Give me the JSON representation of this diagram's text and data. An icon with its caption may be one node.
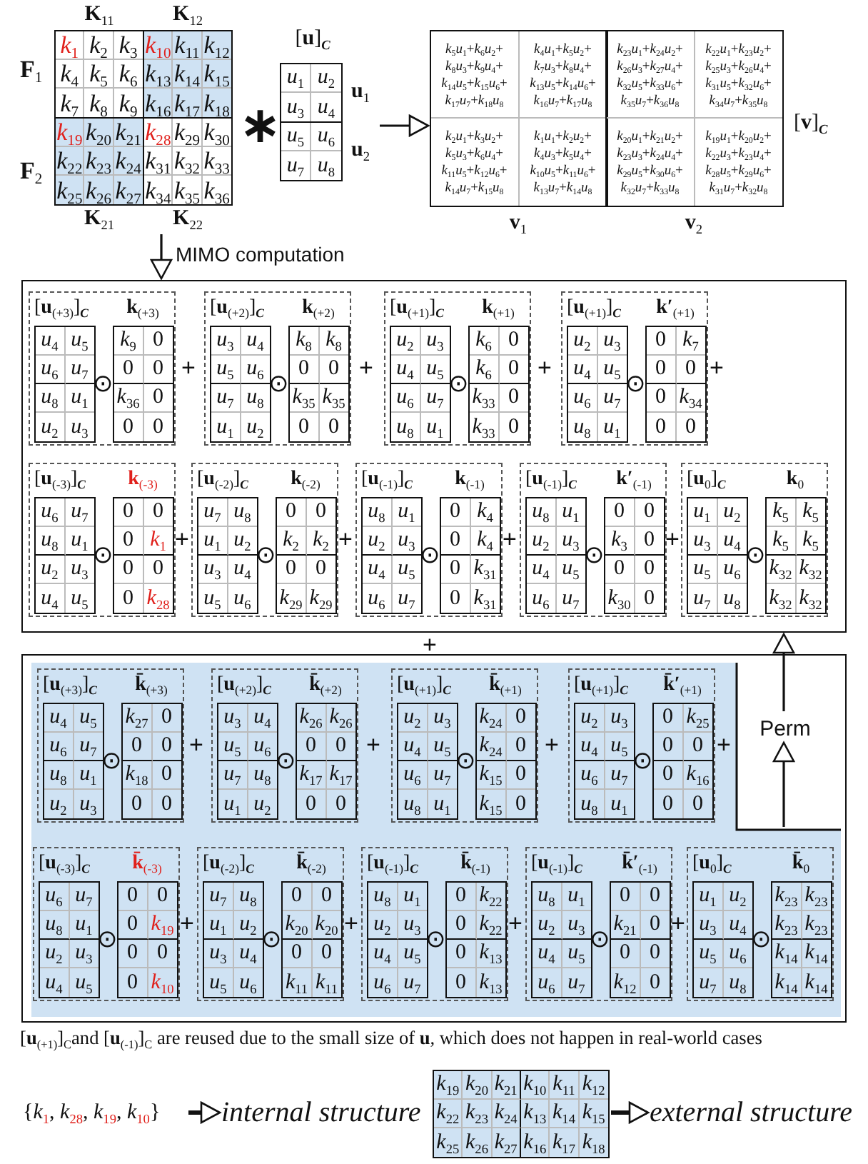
{
  "diagram": {
    "nodes": [
      {
        "text": [
          "**K**$_{11}$",
          "*k*$_{1}$",
          "*k*$_{2}$",
          "*k*$_{3}$",
          "*k*$_{4}$",
          "*k*$_{5}$",
          "*k*$_{6}$",
          "*k*$_{7}$",
          "*k*$_{8}$",
          "*k*$_{9}$"
        ]
      },
      {
        "text": [
          "**K**$_{12}$",
          "*k*$_{10}$",
          "*k*$_{11}$",
          "*k*$_{12}$",
          "*k*$_{13}$",
          "*k*$_{14}$",
          "*k*$_{15}$",
          "*k*$_{16}$",
          "*k*$_{17}$",
          "*k*$_{18}$"
        ]
      },
      {
        "text": [
          "**K**$_{21}$",
          "*k*$_{19}$",
          "*k*$_{20}$",
          "*k*$_{21}$",
          "*k*$_{22}$",
          "*k*$_{23}$",
          "*k*$_{24}$",
          "*k*$_{25}$",
          "*k*$_{26}$",
          "*k*$_{27}$"
        ]
      },
      {
        "text": [
          "**K**$_{22}$",
          "*k*$_{28}$",
          "*k*$_{29}$",
          "*k*$_{30}$",
          "*k*$_{31}$",
          "*k*$_{32}$",
          "*k*$_{33}$",
          "*k*$_{34}$",
          "*k*$_{35}$",
          "*k*$_{36}$"
        ]
      },
      {
        "text": [
          "[**u**]$_{C}$"
        ]
      },
      {
        "text": [
          "**u**$_{1}$",
          "*u*$_{1}$",
          "*u*$_{2}$",
          "*u*$_{3}$",
          "*u*$_{4}$"
        ],
        "in": 4
      },
      {
        "text": [
          "**u**$_{2}$",
          "*u*$_{5}$",
          "*u*$_{6}$",
          "*u*$_{7}$",
          "*u*$_{8}$"
        ],
        "in": 4
      },
      {
        "text": [
          "[**v**]$_{C}$"
        ]
      },
      {
        "text": [
          "**v**$_{1}$",
          "*k*$_{5}$*u*$_{1}$+*k*$_{6}$*u*$_{2}$+ *k*$_{8}$*u*$_{3}$+*k*$_{9}$*u*$_{4}$+ *k*$_{14}$*u*$_{5}$+*k*$_{15}$*u*$_{6}$+ *k*$_{17}$*u*$_{7}$+*k*$_{18}$*u*$_{8}$",
          "*k*$_{4}$*u*$_{1}$+*k*$_{5}$*u*$_{2}$+ *k*$_{7}$*u*$_{3}$+*k*$_{8}$*u*$_{4}$+ *k*$_{13}$*u*$_{5}$+*k*$_{14}$*u*$_{6}$+ *k*$_{16}$*u*$_{7}$+*k*$_{17}$*u*$_{8}$",
          "*k*$_{2}$*u*$_{1}$+*k*$_{3}$*u*$_{2}$+ *k*$_{5}$*u*$_{3}$+*k*$_{6}$*u*$_{4}$+ *k*$_{11}$*u*$_{5}$+*k*$_{12}$*u*$_{6}$+ *k*$_{14}$*u*$_{7}$+*k*$_{15}$*u*$_{8}$",
          "*k*$_{1}$*u*$_{1}$+*k*$_{2}$*u*$_{2}$+ *k*$_{4}$*u*$_{3}$+*k*$_{5}$*u*$_{4}$+ *k*$_{10}$*u*$_{5}$+*k*$_{11}$*u*$_{6}$+ *k*$_{13}$*u*$_{7}$+*k*$_{14}$*u*$_{8}$"
        ],
        "in": 7
      },
      {
        "text": [
          "**v**$_{2}$",
          "*k*$_{23}$*u*$_{1}$+*k*$_{24}$*u*$_{2}$+ *k*$_{26}$*u*$_{3}$+*k*$_{27}$*u*$_{4}$+ *k*$_{32}$*u*$_{5}$+*k*$_{33}$*u*$_{6}$+ *k*$_{35}$*u*$_{7}$+*k*$_{36}$*u*$_{8}$",
          "*k*$_{22}$*u*$_{1}$+*k*$_{23}$*u*$_{2}$+ *k*$_{25}$*u*$_{3}$+*k*$_{26}$*u*$_{4}$+ *k*$_{31}$*u*$_{5}$+*k*$_{32}$*u*$_{6}$+ *k*$_{34}$*u*$_{7}$+*k*$_{35}$*u*$_{8}$",
          "*k*$_{20}$*u*$_{1}$+*k*$_{21}$*u*$_{2}$+ *k*$_{23}$*u*$_{3}$+*k*$_{24}$*u*$_{4}$+ *k*$_{29}$*u*$_{5}$+*k*$_{30}$*u*$_{6}$+ *k*$_{32}$*u*$_{7}$+*k*$_{33}$*u*$_{8}$",
          "*k*$_{19}$*u*$_{1}$+*k*$_{20}$*u*$_{2}$+ *k*$_{22}$*u*$_{3}$+*k*$_{23}$*u*$_{4}$+ *k*$_{28}$*u*$_{5}$+*k*$_{29}$*u*$_{6}$+ *k*$_{31}$*u*$_{7}$+*k*$_{32}$*u*$_{8}$"
        ],
        "in": 7
      },
      {
        "text": [],
        "shape": "box"
      },
      {
        "text": [
          "[**u**$_{(+3)}$]$_{C}$",
          "**k**$_{(+3)}$",
          "⊙"
        ],
        "in": 10
      },
      {
        "text": [
          "*u*$_{4}$",
          "*u*$_{5}$",
          "*u*$_{6}$",
          "*u*$_{7}$",
          "*u*$_{8}$",
          "*u*$_{1}$",
          "*u*$_{2}$",
          "*u*$_{3}$"
        ],
        "in": 11
      },
      {
        "text": [
          "*k*$_{9}$",
          "0",
          "0",
          "0",
          "*k*$_{36}$",
          "0",
          "0",
          "0"
        ],
        "in": 11
      },
      {
        "text": [
          "[**u**$_{(+2)}$]$_{C}$",
          "**k**$_{(+2)}$",
          "⊙"
        ],
        "in": 10
      },
      {
        "text": [
          "*u*$_{3}$",
          "*u*$_{4}$",
          "*u*$_{5}$",
          "*u*$_{6}$",
          "*u*$_{7}$",
          "*u*$_{8}$",
          "*u*$_{1}$",
          "*u*$_{2}$"
        ],
        "in": 14
      },
      {
        "text": [
          "*k*$_{8}$",
          "*k*$_{8}$",
          "0",
          "0",
          "*k*$_{35}$",
          "*k*$_{35}$",
          "0",
          "0"
        ],
        "in": 14
      },
      {
        "text": [
          "[**u**$_{(+1)}$]$_{C}$",
          "**k**$_{(+1)}$",
          "⊙"
        ],
        "in": 10
      },
      {
        "text": [
          "*u*$_{2}$",
          "*u*$_{3}$",
          "*u*$_{4}$",
          "*u*$_{5}$",
          "*u*$_{6}$",
          "*u*$_{7}$",
          "*u*$_{8}$",
          "*u*$_{1}$"
        ],
        "in": 17
      },
      {
        "text": [
          "*k*$_{6}$",
          "0",
          "*k*$_{6}$",
          "0",
          "*k*$_{33}$",
          "0",
          "*k*$_{33}$",
          "0"
        ],
        "in": 17
      },
      {
        "text": [
          "[**u**$_{(+1)}$]$_{C}$",
          "**k′**$_{(+1)}$",
          "⊙"
        ],
        "in": 10
      },
      {
        "text": [
          "*u*$_{2}$",
          "*u*$_{3}$",
          "*u*$_{4}$",
          "*u*$_{5}$",
          "*u*$_{6}$",
          "*u*$_{7}$",
          "*u*$_{8}$",
          "*u*$_{1}$"
        ],
        "in": 20
      },
      {
        "text": [
          "0",
          "*k*$_{7}$",
          "0",
          "0",
          "0",
          "*k*$_{34}$",
          "0",
          "0"
        ],
        "in": 20
      },
      {
        "text": [
          "[**u**$_{(-3)}$]$_{C}$",
          "**k**$_{(-3)}$",
          "⊙"
        ],
        "in": 10
      },
      {
        "text": [
          "*u*$_{6}$",
          "*u*$_{7}$",
          "*u*$_{8}$",
          "*u*$_{1}$",
          "*u*$_{2}$",
          "*u*$_{3}$",
          "*u*$_{4}$",
          "*u*$_{5}$"
        ],
        "in": 23
      },
      {
        "text": [
          "0",
          "0",
          "0",
          "*k*$_{1}$",
          "0",
          "0",
          "0",
          "*k*$_{28}$"
        ],
        "in": 23
      },
      {
        "text": [
          "[**u**$_{(-2)}$]$_{C}$",
          "**k**$_{(-2)}$",
          "⊙"
        ],
        "in": 10
      },
      {
        "text": [
          "*u*$_{7}$",
          "*u*$_{8}$",
          "*u*$_{1}$",
          "*u*$_{2}$",
          "*u*$_{3}$",
          "*u*$_{4}$",
          "*u*$_{5}$",
          "*u*$_{6}$"
        ],
        "in": 26
      },
      {
        "text": [
          "0",
          "0",
          "*k*$_{2}$",
          "*k*$_{2}$",
          "0",
          "0",
          "*k*$_{29}$",
          "*k*$_{29}$"
        ],
        "in": 26
      },
      {
        "text": [
          "[**u**$_{(-1)}$]$_{C}$",
          "**k**$_{(-1)}$",
          "⊙"
        ],
        "in": 10
      },
      {
        "text": [
          "*u*$_{8}$",
          "*u*$_{1}$",
          "*u*$_{2}$",
          "*u*$_{3}$",
          "*u*$_{4}$",
          "*u*$_{5}$",
          "*u*$_{6}$",
          "*u*$_{7}$"
        ],
        "in": 29
      },
      {
        "text": [
          "0",
          "*k*$_{4}$",
          "0",
          "*k*$_{4}$",
          "0",
          "*k*$_{31}$",
          "0",
          "*k*$_{31}$"
        ],
        "in": 29
      },
      {
        "text": [
          "[**u**$_{(-1)}$]$_{C}$",
          "**k′**$_{(-1)}$",
          "⊙"
        ],
        "in": 10
      },
      {
        "text": [
          "*u*$_{8}$",
          "*u*$_{1}$",
          "*u*$_{2}$",
          "*u*$_{3}$",
          "*u*$_{4}$",
          "*u*$_{5}$",
          "*u*$_{6}$",
          "*u*$_{7}$"
        ],
        "in": 32
      },
      {
        "text": [
          "0",
          "0",
          "*k*$_{3}$",
          "0",
          "0",
          "0",
          "*k*$_{30}$",
          "0"
        ],
        "in": 32
      },
      {
        "text": [
          "[**u**$_{0}$]$_{C}$",
          "**k**$_{0}$",
          "⊙"
        ],
        "in": 10
      },
      {
        "text": [
          "*u*$_{1}$",
          "*u*$_{2}$",
          "*u*$_{3}$",
          "*u*$_{4}$",
          "*u*$_{5}$",
          "*u*$_{6}$",
          "*u*$_{7}$",
          "*u*$_{8}$"
        ],
        "in": 35
      },
      {
        "text": [
          "*k*$_{5}$",
          "*k*$_{5}$",
          "*k*$_{5}$",
          "*k*$_{5}$",
          "*k*$_{32}$",
          "*k*$_{32}$",
          "*k*$_{32}$",
          "*k*$_{32}$"
        ],
        "in": 35
      },
      {
        "text": [],
        "shape": "box"
      },
      {
        "text": [],
        "shape": "box",
        "in": 38
      },
      {
        "text": [
          "[**u**$_{(+3)}$]$_{C}$",
          "**k̄**$_{(+3)}$",
          "⊙"
        ],
        "in": 39
      },
      {
        "text": [
          "*u*$_{4}$",
          "*u*$_{5}$",
          "*u*$_{6}$",
          "*u*$_{7}$",
          "*u*$_{8}$",
          "*u*$_{1}$",
          "*u*$_{2}$",
          "*u*$_{3}$"
        ],
        "in": 40
      },
      {
        "text": [
          "*k*$_{27}$",
          "0",
          "0",
          "0",
          "*k*$_{18}$",
          "0",
          "0",
          "0"
        ],
        "in": 40
      },
      {
        "text": [
          "[**u**$_{(+2)}$]$_{C}$",
          "**k̄**$_{(+2)}$",
          "⊙"
        ],
        "in": 39
      },
      {
        "text": [
          "*u*$_{3}$",
          "*u*$_{4}$",
          "*u*$_{5}$",
          "*u*$_{6}$",
          "*u*$_{7}$",
          "*u*$_{8}$",
          "*u*$_{1}$",
          "*u*$_{2}$"
        ],
        "in": 43
      },
      {
        "text": [
          "*k*$_{26}$",
          "*k*$_{26}$",
          "0",
          "0",
          "*k*$_{17}$",
          "*k*$_{17}$",
          "0",
          "0"
        ],
        "in": 43
      },
      {
        "text": [
          "[**u**$_{(+1)}$]$_{C}$",
          "**k̄**$_{(+1)}$",
          "⊙"
        ],
        "in": 39
      },
      {
        "text": [
          "*u*$_{2}$",
          "*u*$_{3}$",
          "*u*$_{4}$",
          "*u*$_{5}$",
          "*u*$_{6}$",
          "*u*$_{7}$",
          "*u*$_{8}$",
          "*u*$_{1}$"
        ],
        "in": 46
      },
      {
        "text": [
          "*k*$_{24}$",
          "0",
          "*k*$_{24}$",
          "0",
          "*k*$_{15}$",
          "0",
          "*k*$_{15}$",
          "0"
        ],
        "in": 46
      },
      {
        "text": [
          "[**u**$_{(+1)}$]$_{C}$",
          "**k̄′**$_{(+1)}$",
          "⊙"
        ],
        "in": 39
      },
      {
        "text": [
          "*u*$_{2}$",
          "*u*$_{3}$",
          "*u*$_{4}$",
          "*u*$_{5}$",
          "*u*$_{6}$",
          "*u*$_{7}$",
          "*u*$_{8}$",
          "*u*$_{1}$"
        ],
        "in": 49
      },
      {
        "text": [
          "0",
          "*k*$_{25}$",
          "0",
          "0",
          "0",
          "*k*$_{16}$",
          "0",
          "0"
        ],
        "in": 49
      },
      {
        "text": [
          "[**u**$_{(-3)}$]$_{C}$",
          "**k̄**$_{(-3)}$",
          "⊙"
        ],
        "in": 39
      },
      {
        "text": [
          "*u*$_{6}$",
          "*u*$_{7}$",
          "*u*$_{8}$",
          "*u*$_{1}$",
          "*u*$_{2}$",
          "*u*$_{3}$",
          "*u*$_{4}$",
          "*u*$_{5}$"
        ],
        "in": 52
      },
      {
        "text": [
          "0",
          "0",
          "0",
          "*k*$_{19}$",
          "0",
          "0",
          "0",
          "*k*$_{10}$"
        ],
        "in": 52
      },
      {
        "text": [
          "[**u**$_{(-2)}$]$_{C}$",
          "**k̄**$_{(-2)}$",
          "⊙"
        ],
        "in": 39
      },
      {
        "text": [
          "*u*$_{7}$",
          "*u*$_{8}$",
          "*u*$_{1}$",
          "*u*$_{2}$",
          "*u*$_{3}$",
          "*u*$_{4}$",
          "*u*$_{5}$",
          "*u*$_{6}$"
        ],
        "in": 55
      },
      {
        "text": [
          "0",
          "0",
          "*k*$_{20}$",
          "*k*$_{20}$",
          "0",
          "0",
          "*k*$_{11}$",
          "*k*$_{11}$"
        ],
        "in": 55
      },
      {
        "text": [
          "[**u**$_{(-1)}$]$_{C}$",
          "**k̄**$_{(-1)}$",
          "⊙"
        ],
        "in": 39
      },
      {
        "text": [
          "*u*$_{8}$",
          "*u*$_{1}$",
          "*u*$_{2}$",
          "*u*$_{3}$",
          "*u*$_{4}$",
          "*u*$_{5}$",
          "*u*$_{6}$",
          "*u*$_{7}$"
        ],
        "in": 58
      },
      {
        "text": [
          "0",
          "*k*$_{22}$",
          "0",
          "*k*$_{22}$",
          "0",
          "*k*$_{13}$",
          "0",
          "*k*$_{13}$"
        ],
        "in": 58
      },
      {
        "text": [
          "[**u**$_{(-1)}$]$_{C}$",
          "**k̄′**$_{(-1)}$",
          "⊙"
        ],
        "in": 39
      },
      {
        "text": [
          "*u*$_{8}$",
          "*u*$_{1}$",
          "*u*$_{2}$",
          "*u*$_{3}$",
          "*u*$_{4}$",
          "*u*$_{5}$",
          "*u*$_{6}$",
          "*u*$_{7}$"
        ],
        "in": 61
      },
      {
        "text": [
          "0",
          "0",
          "*k*$_{21}$",
          "0",
          "0",
          "0",
          "*k*$_{12}$",
          "0"
        ],
        "in": 61
      },
      {
        "text": [
          "[**u**$_{0}$]$_{C}$",
          "**k̄**$_{0}$",
          "⊙"
        ],
        "in": 39
      },
      {
        "text": [
          "*u*$_{1}$",
          "*u*$_{2}$",
          "*u*$_{3}$",
          "*u*$_{4}$",
          "*u*$_{5}$",
          "*u*$_{6}$",
          "*u*$_{7}$",
          "*u*$_{8}$"
        ],
        "in": 64
      },
      {
        "text": [
          "*k*$_{23}$",
          "*k*$_{23}$",
          "*k*$_{23}$",
          "*k*$_{23}$",
          "*k*$_{14}$",
          "*k*$_{14}$",
          "*k*$_{14}$",
          "*k*$_{14}$"
        ],
        "in": 64
      },
      {
        "text": [
          "Perm"
        ],
        "in": 38
      },
      {
        "text": [
          "{*k*$_{1}$, *k*$_{28}$, *k*$_{19}$, *k*$_{10}$}"
        ]
      },
      {
        "text": [
          "internal structure"
        ]
      },
      {
        "text": [
          "*k*$_{19}$",
          "*k*$_{20}$",
          "*k*$_{21}$",
          "*k*$_{10}$",
          "*k*$_{11}$",
          "*k*$_{12}$",
          "*k*$_{22}$",
          "*k*$_{23}$",
          "*k*$_{24}$",
          "*k*$_{13}$",
          "*k*$_{14}$",
          "*k*$_{15}$",
          "*k*$_{25}$",
          "*k*$_{26}$",
          "*k*$_{27}$",
          "*k*$_{16}$",
          "*k*$_{17}$",
          "*k*$_{18}$"
        ]
      },
      {
        "text": [
          "external structure"
        ]
      }
    ],
    "edges": [
      {
        "from": 4,
        "to": 7,
        "arrow": "to"
      },
      {
        "from": 3,
        "to": 10,
        "arrow": "to",
        "label": "MIMO computation"
      },
      {
        "from": 39,
        "to": 67,
        "arrow": "to"
      },
      {
        "from": 67,
        "to": 10,
        "arrow": "to"
      },
      {
        "from": 68,
        "to": 69,
        "arrow": "to"
      },
      {
        "from": 70,
        "to": 71,
        "arrow": "to"
      }
    ],
    "labels": [
      "**F**$_{1}$",
      "**F**$_{2}$",
      "∗",
      "+",
      "+",
      "+",
      "+",
      "+",
      "+",
      "+",
      "+",
      "+",
      "+",
      "+",
      "+",
      "+",
      "+",
      "+",
      "+",
      "+",
      "[**u**$_{(+1)}$]$_{C}$and [**u**$_{(-1)}$]$_{C}$ are reused due to the small size of **u**, which does not happen in real-world cases"
    ]
  }
}
